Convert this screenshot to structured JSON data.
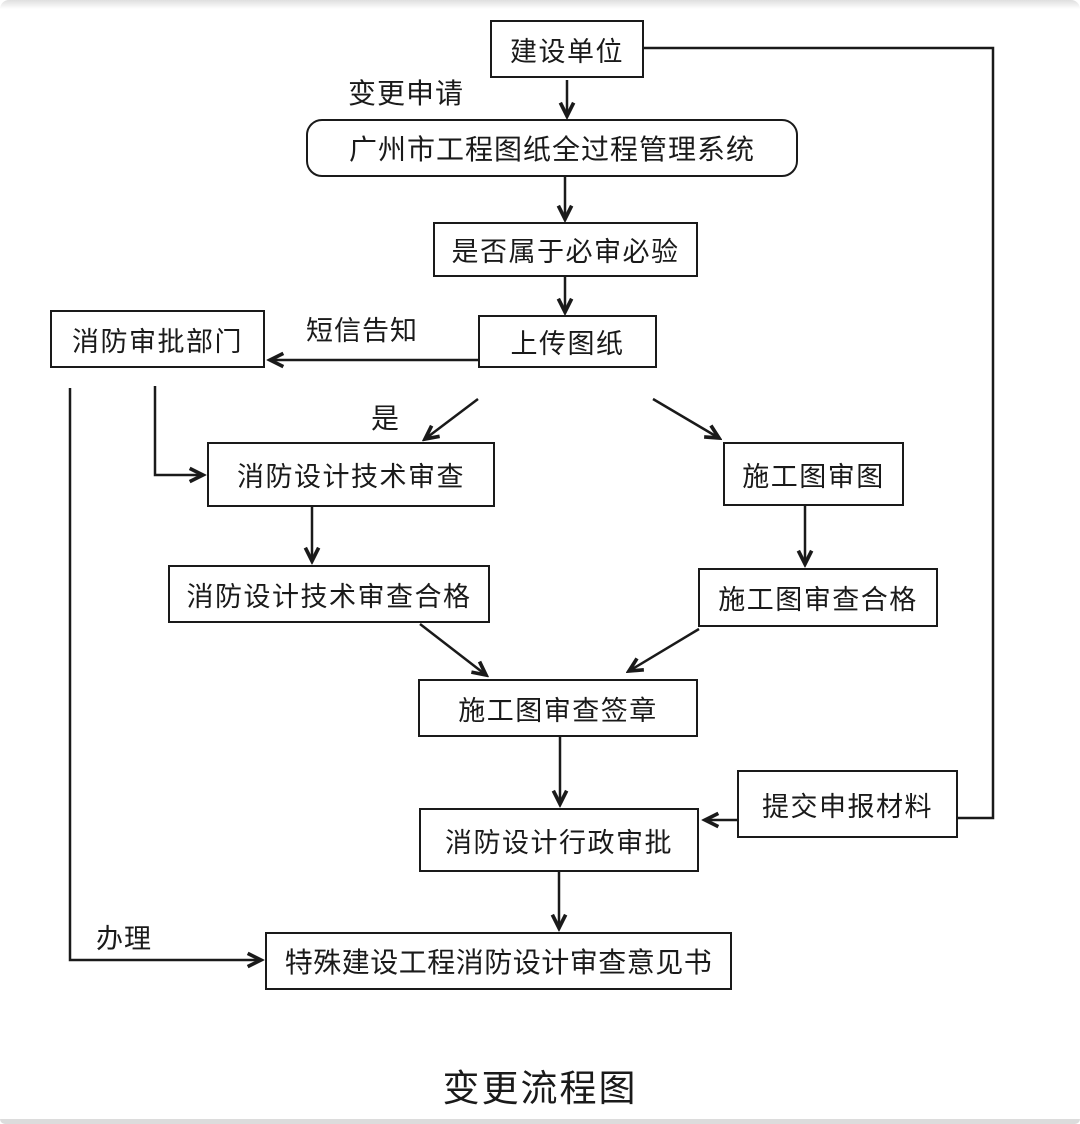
{
  "diagram": {
    "title": "变更流程图",
    "nodes": {
      "construction_unit": "建设单位",
      "management_system": "广州市工程图纸全过程管理系统",
      "mandatory_review_check": "是否属于必审必验",
      "upload_drawings": "上传图纸",
      "fire_approval_dept": "消防审批部门",
      "fire_design_tech_review": "消防设计技术审查",
      "construction_drawing_review": "施工图审图",
      "fire_design_tech_review_pass": "消防设计技术审查合格",
      "construction_drawing_review_pass": "施工图审查合格",
      "construction_drawing_review_seal": "施工图审查签章",
      "submit_application_materials": "提交申报材料",
      "fire_design_admin_approval": "消防设计行政审批",
      "special_project_opinion_letter": "特殊建设工程消防设计审查意见书"
    },
    "edge_labels": {
      "change_application": "变更申请",
      "sms_notification": "短信告知",
      "yes": "是",
      "handle": "办理"
    },
    "colors": {
      "line": "#1a1a1a",
      "text": "#1a1a1a",
      "background": "#ffffff"
    }
  }
}
